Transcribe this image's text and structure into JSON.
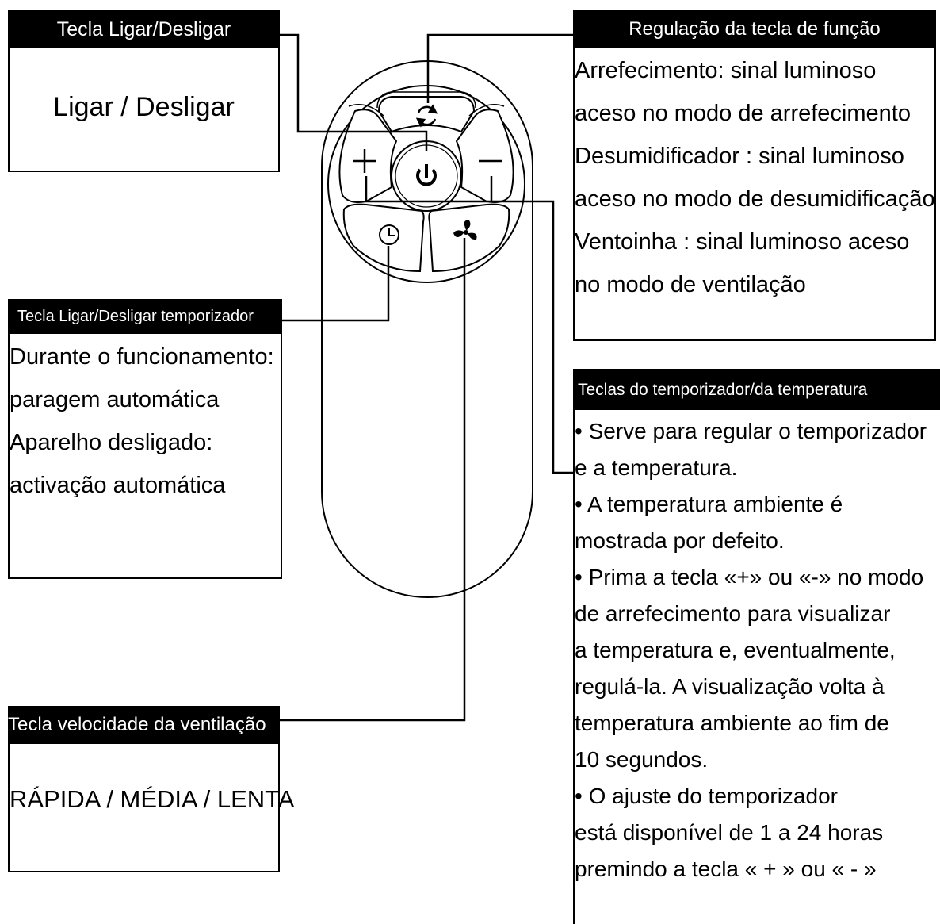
{
  "boxes": {
    "power": {
      "title": "Tecla Ligar/Desligar",
      "lines": [
        "Ligar / Desligar"
      ]
    },
    "timer": {
      "title": "Tecla Ligar/Desligar temporizador",
      "lines": [
        "Durante o funcionamento:",
        "paragem automática",
        "Aparelho desligado:",
        "activação automática"
      ]
    },
    "fan": {
      "title": "Tecla velocidade da ventilação",
      "lines": [
        "RÁPIDA / MÉDIA /  LENTA"
      ]
    },
    "mode": {
      "title": "Regulação da tecla de função",
      "lines": [
        "Arrefecimento: sinal luminoso",
        "aceso no modo de arrefecimento",
        "Desumidificador : sinal luminoso",
        "aceso no modo de desumidificação",
        "Ventoinha : sinal luminoso aceso",
        "no modo de ventilação"
      ]
    },
    "temp": {
      "title": "Teclas do temporizador/da temperatura",
      "lines": [
        "• Serve para regular o temporizador",
        "e a temperatura.",
        "• A temperatura ambiente é",
        "mostrada por defeito.",
        "• Prima a tecla «+» ou «-» no modo",
        "de arrefecimento para visualizar",
        "a temperatura e, eventualmente,",
        "regulá-la. A visualização volta à",
        "temperatura ambiente ao fim de",
        "10 segundos.",
        "• O ajuste do temporizador",
        "está disponível de 1 a 24 horas",
        "premindo a tecla « + » ou « - »"
      ]
    }
  },
  "remote": {
    "buttons": [
      {
        "name": "mode-button",
        "icon": "cycle-icon"
      },
      {
        "name": "plus-button",
        "icon": "plus-icon",
        "glyph": "+"
      },
      {
        "name": "power-button",
        "icon": "power-icon"
      },
      {
        "name": "minus-button",
        "icon": "minus-icon",
        "glyph": "—"
      },
      {
        "name": "timer-button",
        "icon": "clock-icon"
      },
      {
        "name": "fan-button",
        "icon": "fan-icon"
      }
    ]
  },
  "colors": {
    "ink": "#000000",
    "paper": "#ffffff"
  }
}
